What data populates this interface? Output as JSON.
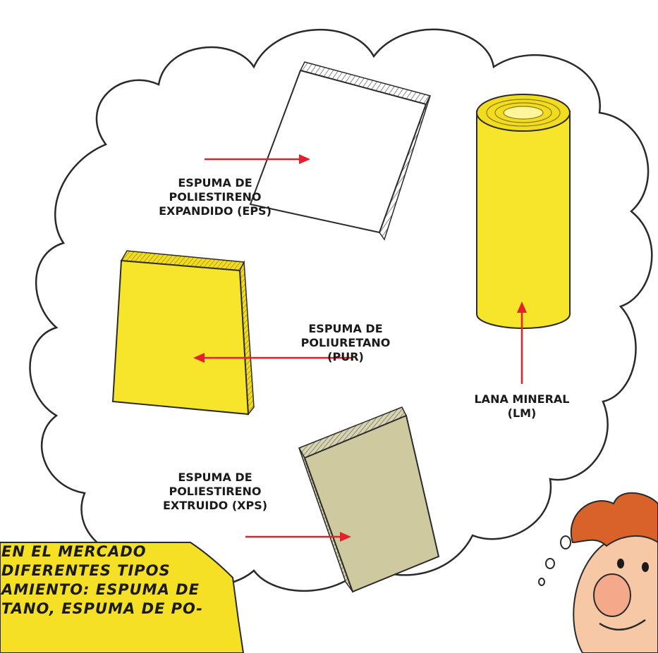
{
  "labels": {
    "eps": [
      "ESPUMA DE",
      "POLIESTIRENO",
      "EXPANDIDO (EPS)"
    ],
    "pur": [
      "ESPUMA DE",
      "POLIURETANO",
      "(PUR)"
    ],
    "lm": [
      "LANA MINERAL",
      "(LM)"
    ],
    "xps": [
      "ESPUMA DE",
      "POLIESTIRENO",
      "EXTRUIDO (XPS)"
    ]
  },
  "caption": [
    "EN EL MERCADO",
    "DIFERENTES TIPOS",
    "AMIENTO: ESPUMA DE",
    "TANO, ESPUMA DE PO-"
  ],
  "colors": {
    "outline": "#2a2a2a",
    "arrow": "#e3202b",
    "yellow": "#f6e52b",
    "yellow_side": "#e8d21f",
    "xps_face": "#cfc9a0",
    "caption_bg": "#f5e025",
    "hair": "#d9622a",
    "skin": "#f6c8a6"
  },
  "icons": [
    "thought-cloud",
    "eps-board",
    "pur-board",
    "xps-board",
    "mineral-wool-roll",
    "cartoon-person",
    "thought-bubbles"
  ]
}
